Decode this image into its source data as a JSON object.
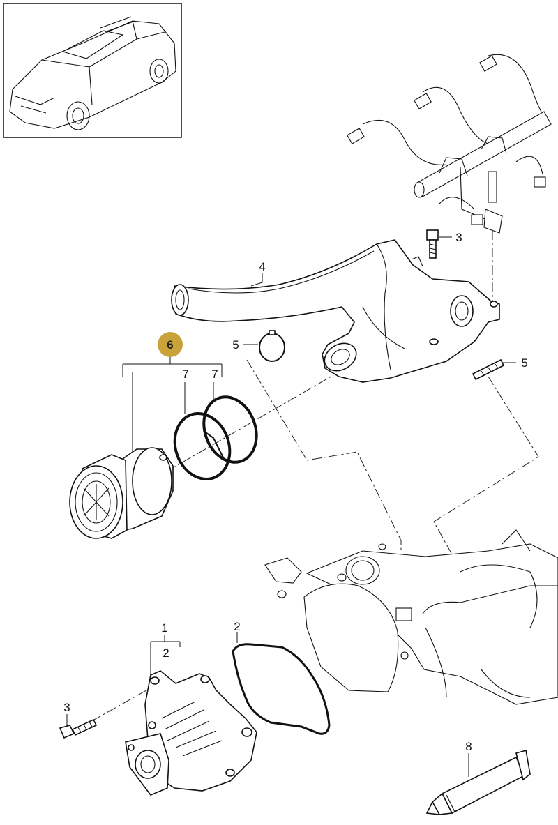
{
  "callouts": {
    "c1": "1",
    "c2_pump": "2",
    "c2_gasket": "2",
    "c3_left": "3",
    "c3_top": "3",
    "c4": "4",
    "c5_left": "5",
    "c5_right": "5",
    "c6": "6",
    "c7_a": "7",
    "c7_b": "7",
    "c8": "8"
  },
  "colors": {
    "badge_fill": "#C9A33A",
    "line": "#111111"
  },
  "icons": {
    "vehicle_thumbnail": "suv-car-icon"
  }
}
